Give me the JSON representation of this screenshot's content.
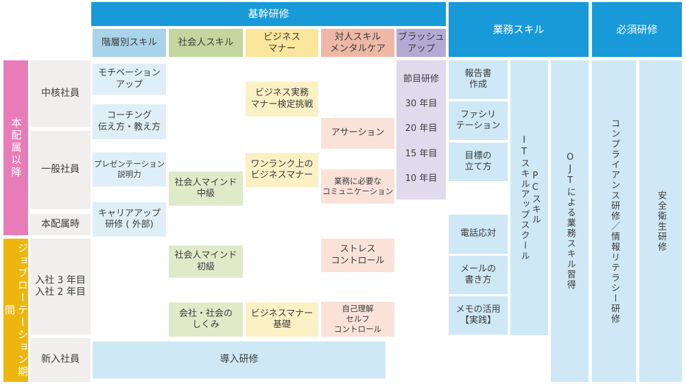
{
  "palette": {
    "header_blue": "#189ad8",
    "subheader_light_blue": "#a9d3e9",
    "subheader_green": "#c3d69e",
    "subheader_yellow": "#fae69c",
    "subheader_salmon": "#efb8a6",
    "subheader_purple": "#b3aad3",
    "cell_light_blue": "#deeff8",
    "cell_green": "#dfeac9",
    "cell_yellow": "#fcf0c5",
    "cell_salmon": "#fae2d8",
    "cell_sky_blue": "#cee8f5",
    "panel_purple": "#dfdbec",
    "phase_bar_pink": "#e87cb8",
    "phase_bar_gold": "#ecb60e",
    "grade_gray": "#f0efed"
  },
  "top": {
    "core": "基幹研修",
    "business": "業務スキル",
    "mandatory": "必須研修"
  },
  "subheaders": {
    "hierarchy": "階層別スキル",
    "adult": "社会人スキル",
    "manner": "ビジネス\nマナー",
    "interpersonal": "対人スキル\nメンタルケア",
    "brushup": "ブラッシュ\nアップ"
  },
  "phases": {
    "after_assignment": "本配属以降",
    "job_rotation": "ジョブローテーション期間"
  },
  "grades": {
    "core_staff": "中核社員",
    "general_staff": "一般社員",
    "at_assignment": "本配属時",
    "year2_3": "入社 3 年目\n入社 2 年目",
    "new_staff": "新入社員"
  },
  "hierarchy_cells": [
    "モチベーション\nアップ",
    "コーチング\n伝え方・教え方",
    "プレゼンテーション\n説明力",
    "キャリアアップ\n研修 ( 外部)"
  ],
  "adult_cells": [
    "社会人マインド\n中級",
    "社会人マインド\n初級",
    "会社・社会の\nしくみ"
  ],
  "manner_cells": [
    "ビジネス実務\nマナー検定挑戦",
    "ワンランク上の\nビジネスマナー",
    "ビジネスマナー\n基礎"
  ],
  "interpersonal_cells": [
    "アサーション",
    "業務に必要な\nコミュニケーション",
    "ストレス\nコントロール",
    "自己理解\nセルフ\nコントロール"
  ],
  "brushup_items": [
    "節目研修",
    "30 年目",
    "20 年目",
    "15 年目",
    "10 年目"
  ],
  "business_cells": [
    "報告書\n作成",
    "ファシリ\nテーション",
    "目標の\n立て方",
    "電話応対",
    "メールの\n書き方",
    "メモの活用\n【実践】"
  ],
  "vertical_columns": {
    "pc_it": "PCスキル\nITスキルアップスクール",
    "ojt": "OJTによる業務スキル習得",
    "compliance": "コンプライアンス研修／情報リテラシー研修",
    "safety": "安全衛生研修"
  },
  "intro": "導入研修"
}
